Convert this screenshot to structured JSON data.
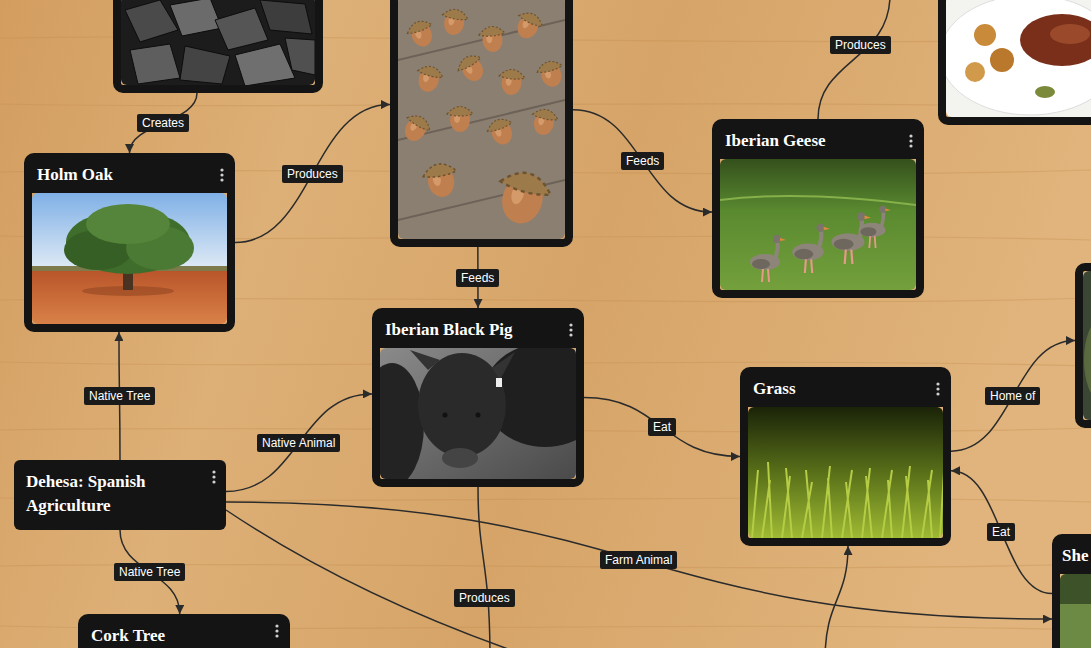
{
  "diagram": {
    "nodes": [
      {
        "text": []
      },
      {
        "text": [
          "Holm Oak"
        ]
      },
      {
        "text": []
      },
      {
        "text": [
          "Iberian Geese"
        ]
      },
      {
        "text": []
      },
      {
        "text": [
          "Iberian Black Pig"
        ]
      },
      {
        "text": [
          "Grass"
        ]
      },
      {
        "text": []
      },
      {
        "text": [
          "Dehesa: Spanish Agriculture"
        ]
      },
      {
        "text": [
          "Cork Tree"
        ]
      },
      {
        "text": [
          "She"
        ]
      }
    ],
    "edges": [
      {
        "from": 0,
        "to": 1,
        "label": "Creates",
        "arrow": "to"
      },
      {
        "from": 1,
        "to": 2,
        "label": "Produces",
        "arrow": "to"
      },
      {
        "from": 2,
        "to": 3,
        "label": "Feeds",
        "arrow": "to"
      },
      {
        "from": 2,
        "to": 5,
        "label": "Feeds",
        "arrow": "to"
      },
      {
        "from": 5,
        "to": 6,
        "label": "Eat",
        "arrow": "to"
      },
      {
        "from": 6,
        "to": 7,
        "label": "Home of",
        "arrow": "to"
      },
      {
        "from": 8,
        "to": 1,
        "label": "Native Tree",
        "arrow": "to"
      },
      {
        "from": 8,
        "to": 5,
        "label": "Native Animal",
        "arrow": "to"
      },
      {
        "from": 8,
        "to": 9,
        "label": "Native Tree",
        "arrow": "to"
      },
      {
        "from": 8,
        "to": 10,
        "label": "Farm Animal",
        "arrow": "to"
      },
      {
        "from": 10,
        "to": 6,
        "label": "Eat",
        "arrow": "to"
      }
    ],
    "labels": [
      "Produces",
      "Produces"
    ]
  }
}
